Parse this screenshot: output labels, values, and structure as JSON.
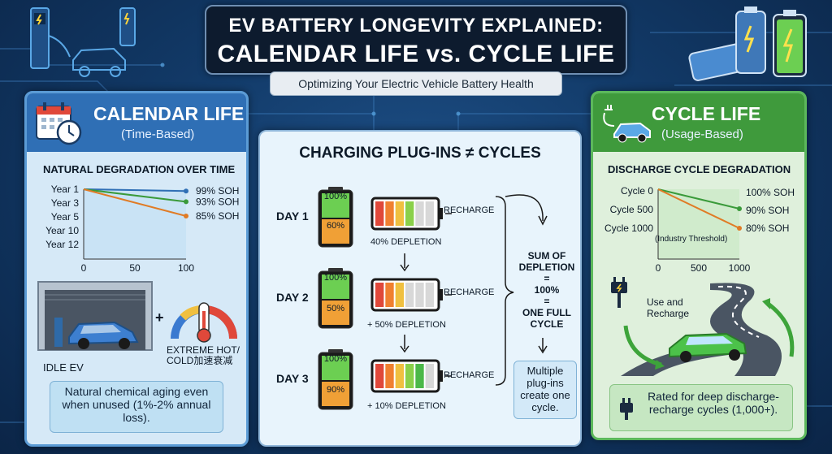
{
  "header": {
    "title_line1": "EV BATTERY LONGEVITY EXPLAINED:",
    "title_line2": "CALENDAR LIFE vs. CYCLE LIFE",
    "subtitle": "Optimizing Your Electric Vehicle Battery Health"
  },
  "calendar": {
    "title": "CALENDAR LIFE",
    "subtitle": "(Time-Based)",
    "icon": "calendar-clock-icon",
    "section_title": "NATURAL DEGRADATION OVER TIME",
    "chart_data": {
      "type": "line",
      "title": "NATURAL DEGRADATION OVER TIME",
      "y_tick_labels": [
        "Year 1",
        "Year 3",
        "Year 5",
        "Year 10",
        "Year 12"
      ],
      "x_ticks": [
        0,
        50,
        100
      ],
      "xlim": [
        0,
        100
      ],
      "series": [
        {
          "name": "99% SOH",
          "color": "#2f6fb5",
          "x": [
            0,
            100
          ],
          "y": [
            100,
            99
          ]
        },
        {
          "name": "93% SOH",
          "color": "#3a9a3a",
          "x": [
            0,
            100
          ],
          "y": [
            100,
            93
          ]
        },
        {
          "name": "85% SOH",
          "color": "#e07b25",
          "x": [
            0,
            100
          ],
          "y": [
            100,
            85
          ]
        }
      ]
    },
    "idle_label": "IDLE EV",
    "plus": "+",
    "thermo_label": "EXTREME HOT/ COLD加速衰减",
    "note": "Natural chemical aging even when unused (1%-2% annual loss)."
  },
  "charging": {
    "title": "CHARGING PLUG-INS ≠ CYCLES",
    "recharge_label": "RECHARGE",
    "days": [
      {
        "label": "DAY 1",
        "top_pct": "100%",
        "bottom_pct": "60%",
        "depletion": "40% DEPLETION",
        "level": 0.6
      },
      {
        "label": "DAY 2",
        "top_pct": "100%",
        "bottom_pct": "50%",
        "depletion": "+ 50% DEPLETION",
        "level": 0.5
      },
      {
        "label": "DAY 3",
        "top_pct": "100%",
        "bottom_pct": "90%",
        "depletion": "+ 10% DEPLETION",
        "level": 0.9
      }
    ],
    "sum_lines": [
      "SUM OF",
      "DEPLETION",
      "=",
      "100%",
      "=",
      "ONE FULL",
      "CYCLE"
    ],
    "multiple_note": "Multiple plug-ins create one cycle."
  },
  "cycle": {
    "title": "CYCLE LIFE",
    "subtitle": "(Usage-Based)",
    "icon": "car-plug-icon",
    "section_title": "DISCHARGE CYCLE DEGRADATION",
    "chart_data": {
      "type": "line",
      "title": "DISCHARGE CYCLE DEGRADATION",
      "y_tick_labels": [
        "Cycle 0",
        "Cycle 500",
        "Cycle 1000"
      ],
      "x_ticks": [
        0,
        500,
        1000
      ],
      "xlim": [
        0,
        1000
      ],
      "series": [
        {
          "name": "90% SOH",
          "color": "#3a9a3a",
          "x": [
            0,
            1000
          ],
          "y": [
            100,
            90
          ]
        },
        {
          "name": "80% SOH",
          "color": "#e07b25",
          "x": [
            0,
            1000
          ],
          "y": [
            100,
            80
          ]
        }
      ],
      "annotations": [
        "100% SOH",
        "90% SOH",
        "80% SOH",
        "(Industry Threshold)"
      ]
    },
    "use_label": "Use and Recharge",
    "note": "Rated for deep discharge-recharge cycles (1,000+)."
  },
  "colors": {
    "blue_accent": "#2f6fb5",
    "green_accent": "#3f9a3c",
    "orange": "#e07b25",
    "dark_title": "#0d1b2e"
  }
}
